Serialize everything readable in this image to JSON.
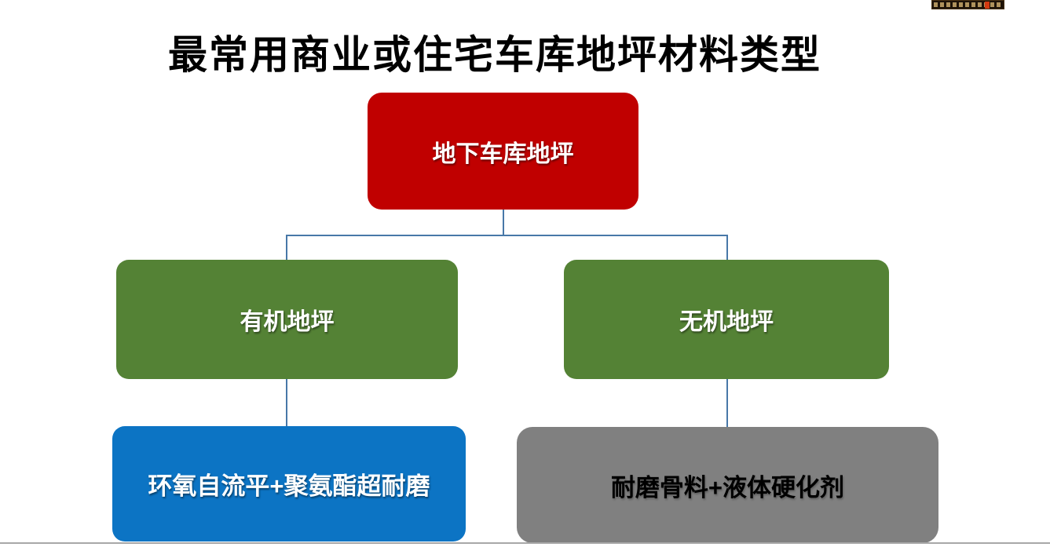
{
  "page": {
    "title": "最常用商业或住宅车库地坪材料类型"
  },
  "diagram": {
    "type": "tree",
    "root": {
      "label": "地下车库地坪",
      "color": "#C00000",
      "text_color": "#FFFFFF"
    },
    "level2": [
      {
        "label": "有机地坪",
        "color": "#548235",
        "text_color": "#FFFFFF",
        "parent": "地下车库地坪"
      },
      {
        "label": "无机地坪",
        "color": "#548235",
        "text_color": "#FFFFFF",
        "parent": "地下车库地坪"
      }
    ],
    "level3": [
      {
        "label": "环氧自流平+聚氨酯超耐磨",
        "color": "#0C74C4",
        "text_color": "#FFFFFF",
        "parent": "有机地坪"
      },
      {
        "label": "耐磨骨料+液体硬化剂",
        "color": "#808080",
        "text_color": "#000000",
        "parent": "无机地坪"
      }
    ],
    "connector_color": "#4878A8"
  },
  "footer": {
    "divider_color": "#A8A8A8"
  },
  "watermark": {
    "bg_color": "#1E1309",
    "glyph_color": "#C9A96A",
    "accent_color": "#D43A10"
  }
}
